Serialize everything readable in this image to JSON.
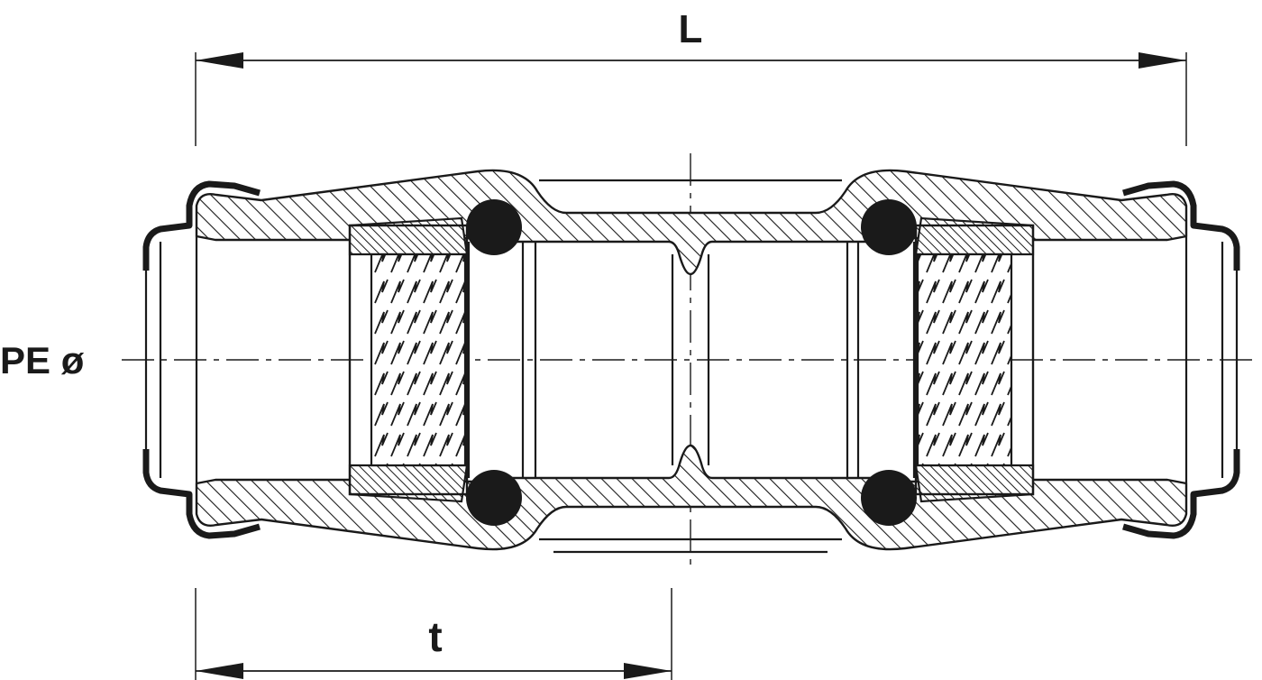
{
  "labels": {
    "length": "L",
    "insertion_depth": "t",
    "pipe_diameter": "PE ø"
  },
  "colors": {
    "line": "#1a1a1a",
    "background": "#ffffff",
    "hatch": "#1a1a1a"
  }
}
